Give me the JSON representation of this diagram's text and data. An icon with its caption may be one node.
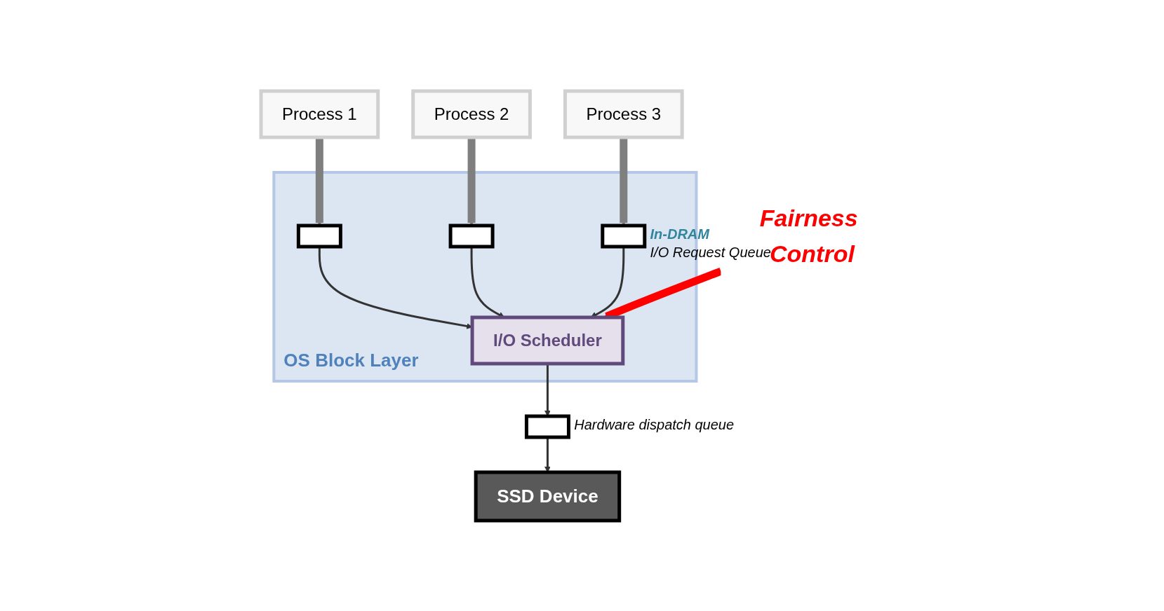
{
  "diagram": {
    "nodes": [
      {
        "text": [
          "OS Block Layer"
        ]
      },
      {
        "text": [
          "Process 1"
        ]
      },
      {
        "text": [
          "Process 2"
        ]
      },
      {
        "text": [
          "Process 3"
        ]
      },
      {
        "text": [],
        "shape": "box",
        "in": 0
      },
      {
        "text": [],
        "shape": "box",
        "in": 0
      },
      {
        "text": [],
        "shape": "box",
        "in": 0,
        "beside": [
          "In-DRAM",
          "I/O Request Queue"
        ]
      },
      {
        "text": [
          "I/O Scheduler"
        ],
        "in": 0
      },
      {
        "text": [],
        "shape": "box",
        "beside": [
          "Hardware dispatch queue"
        ]
      },
      {
        "text": [
          "SSD Device"
        ]
      },
      {
        "text": [
          "Fairness Control"
        ]
      }
    ],
    "edges": [
      {
        "from": 1,
        "to": 4,
        "arrow": "to",
        "style": "thick",
        "color": "#7f7f7f"
      },
      {
        "from": 2,
        "to": 5,
        "arrow": "to",
        "style": "thick",
        "color": "#7f7f7f"
      },
      {
        "from": 3,
        "to": 6,
        "arrow": "to",
        "style": "thick",
        "color": "#7f7f7f"
      },
      {
        "from": 4,
        "to": 7,
        "arrow": "to"
      },
      {
        "from": 5,
        "to": 7,
        "arrow": "to"
      },
      {
        "from": 6,
        "to": 7,
        "arrow": "to"
      },
      {
        "from": 7,
        "to": 8,
        "arrow": "to"
      },
      {
        "from": 8,
        "to": 9,
        "arrow": "to"
      },
      {
        "from": 10,
        "to": 7,
        "arrow": "to",
        "style": "thick",
        "color": "#ff0000"
      }
    ]
  }
}
